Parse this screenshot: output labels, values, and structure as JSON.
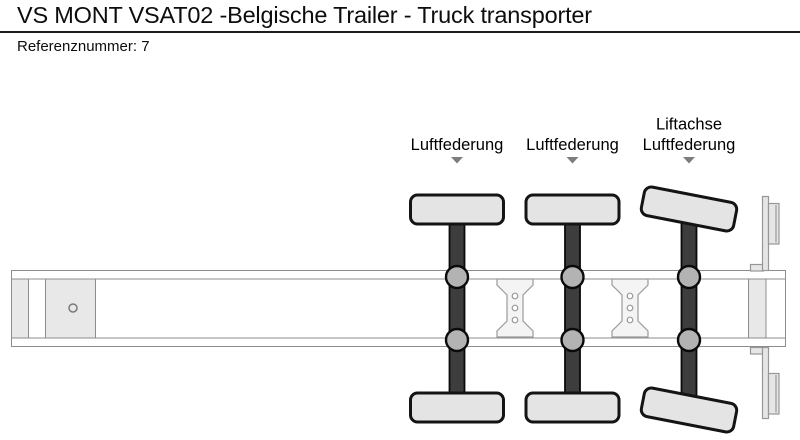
{
  "header": {
    "title": "VS MONT VSAT02 -Belgische Trailer - Truck transporter",
    "reference": "Referenznummer: 7"
  },
  "diagram": {
    "type": "trailer-axle-configuration-top-view",
    "labels": {
      "axle1": "Luftfederung",
      "axle2": "Luftfederung",
      "axle3_line1": "Liftachse",
      "axle3_line2": "Luftfederung"
    },
    "axle_count": 3
  },
  "colors": {
    "text_color": "#0d0d0d",
    "frame_stroke": "#8c8c8c",
    "plate_fill": "#e8e8e8",
    "axle_fill": "#3d3d3d",
    "hub_fill": "#b3b3b3",
    "tire_fill": "#e4e4e4",
    "tire_stroke": "#141414",
    "marker_color": "#7d7d7d"
  }
}
